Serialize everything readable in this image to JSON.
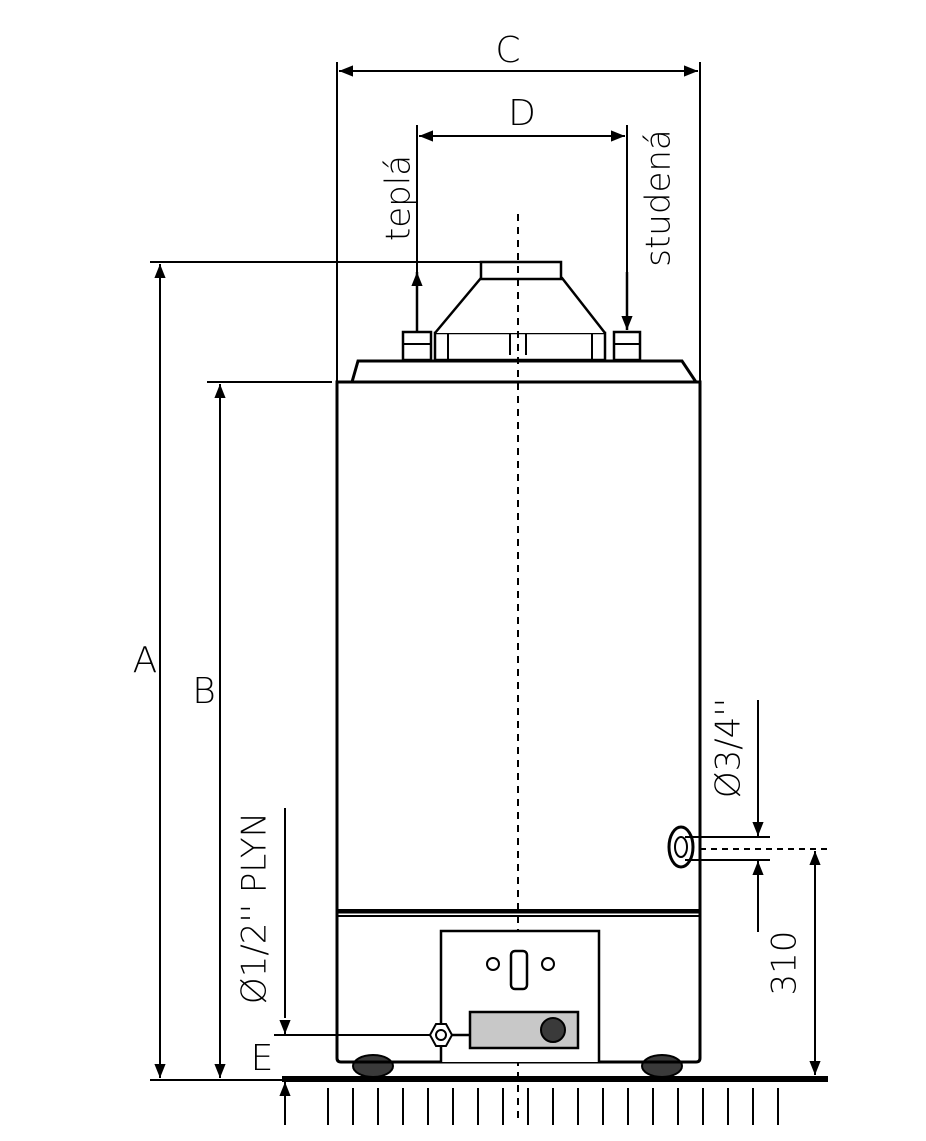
{
  "labels": {
    "c": "C",
    "d": "D",
    "a": "A",
    "b": "B",
    "e": "E",
    "hot": "teplá",
    "cold": "studená",
    "outlet_diameter": "Ø3/4''",
    "gas_inlet": "Ø1/2'' PLYN",
    "outlet_height": "310"
  },
  "colors": {
    "line": "#000000",
    "fitting_fill": "#c8c8c8",
    "foot_fill": "#3a3a3a",
    "background": "#ffffff"
  },
  "icons": {
    "hot_arrow": "arrow-up-icon",
    "cold_arrow": "arrow-down-icon",
    "gas_valve": "valve-icon"
  }
}
